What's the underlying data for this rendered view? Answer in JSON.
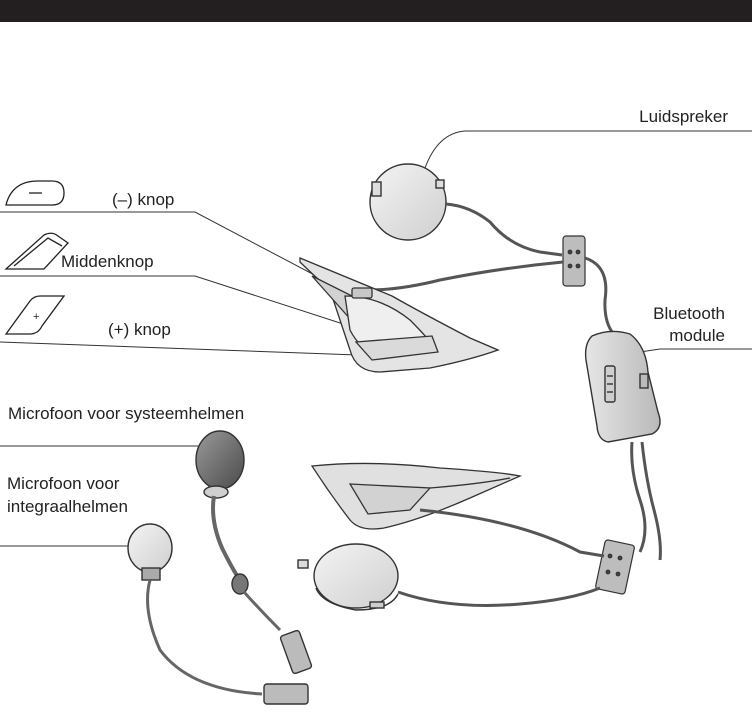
{
  "page": {
    "header_bar_color": "#231f20"
  },
  "labels": {
    "luidspreker": "Luidspreker",
    "min_knop": "(–) knop",
    "middenknop": "Middenknop",
    "plus_knop": "(+) knop",
    "bluetooth_line1": "Bluetooth",
    "bluetooth_line2": "module",
    "mic_systeem": "Microfoon voor systeemhelmen",
    "mic_integraal_line1": "Microfoon voor",
    "mic_integraal_line2": "integraalhelmen"
  },
  "icons": {
    "minus_button": "minus-button-icon",
    "center_button": "center-button-icon",
    "plus_button": "plus-button-icon"
  }
}
